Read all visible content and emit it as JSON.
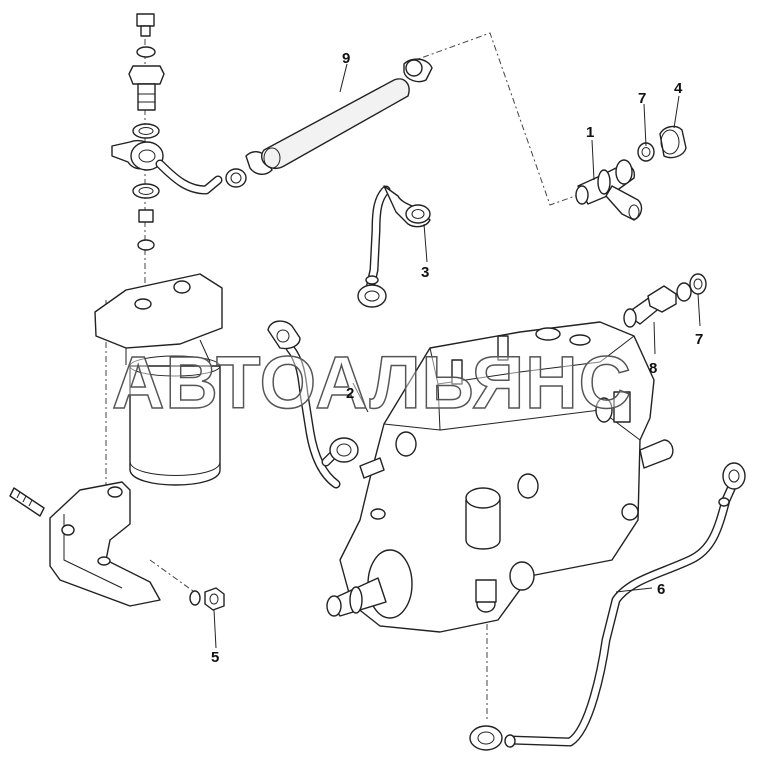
{
  "diagram": {
    "watermark": "АВТОАЛЬЯНС",
    "callouts": {
      "c1": "1",
      "c2": "2",
      "c3": "3",
      "c4": "4",
      "c5": "5",
      "c6": "6",
      "c7a": "7",
      "c7b": "7",
      "c8": "8",
      "c9": "9"
    }
  }
}
